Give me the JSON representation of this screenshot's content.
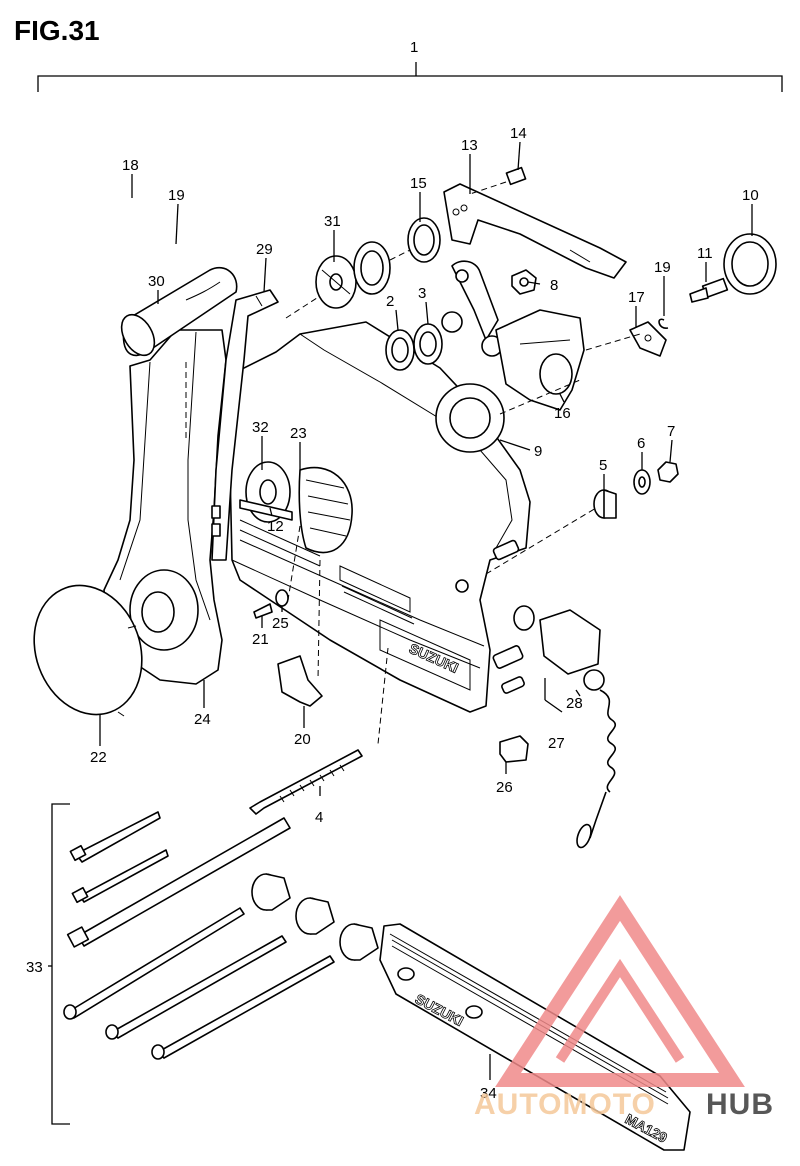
{
  "figure": {
    "title": "FIG.31"
  },
  "assembly_label": "1",
  "callouts": [
    {
      "id": "c2",
      "text": "2"
    },
    {
      "id": "c3",
      "text": "3"
    },
    {
      "id": "c4",
      "text": "4"
    },
    {
      "id": "c5",
      "text": "5"
    },
    {
      "id": "c6",
      "text": "6"
    },
    {
      "id": "c7",
      "text": "7"
    },
    {
      "id": "c8",
      "text": "8"
    },
    {
      "id": "c9",
      "text": "9"
    },
    {
      "id": "c10",
      "text": "10"
    },
    {
      "id": "c11",
      "text": "11"
    },
    {
      "id": "c12",
      "text": "12"
    },
    {
      "id": "c13",
      "text": "13"
    },
    {
      "id": "c14",
      "text": "14"
    },
    {
      "id": "c15",
      "text": "15"
    },
    {
      "id": "c16",
      "text": "16"
    },
    {
      "id": "c17",
      "text": "17"
    },
    {
      "id": "c18",
      "text": "18"
    },
    {
      "id": "c19a",
      "text": "19"
    },
    {
      "id": "c19b",
      "text": "19"
    },
    {
      "id": "c20",
      "text": "20"
    },
    {
      "id": "c21",
      "text": "21"
    },
    {
      "id": "c22",
      "text": "22"
    },
    {
      "id": "c23",
      "text": "23"
    },
    {
      "id": "c24",
      "text": "24"
    },
    {
      "id": "c25",
      "text": "25"
    },
    {
      "id": "c26",
      "text": "26"
    },
    {
      "id": "c27",
      "text": "27"
    },
    {
      "id": "c28",
      "text": "28"
    },
    {
      "id": "c29",
      "text": "29"
    },
    {
      "id": "c30",
      "text": "30"
    },
    {
      "id": "c31",
      "text": "31"
    },
    {
      "id": "c32",
      "text": "32"
    },
    {
      "id": "c33",
      "text": "33"
    },
    {
      "id": "c34",
      "text": "34"
    }
  ],
  "housing_brand": "SUZUKI",
  "plate_text_1": "SUZUKI",
  "plate_text_2": "MA129",
  "watermark": {
    "part1": "AUTOMOTO",
    "part2": "HUB",
    "color1": "#f5c89a",
    "color2": "#3a3a3a",
    "logo_color": "#f08a8a"
  }
}
